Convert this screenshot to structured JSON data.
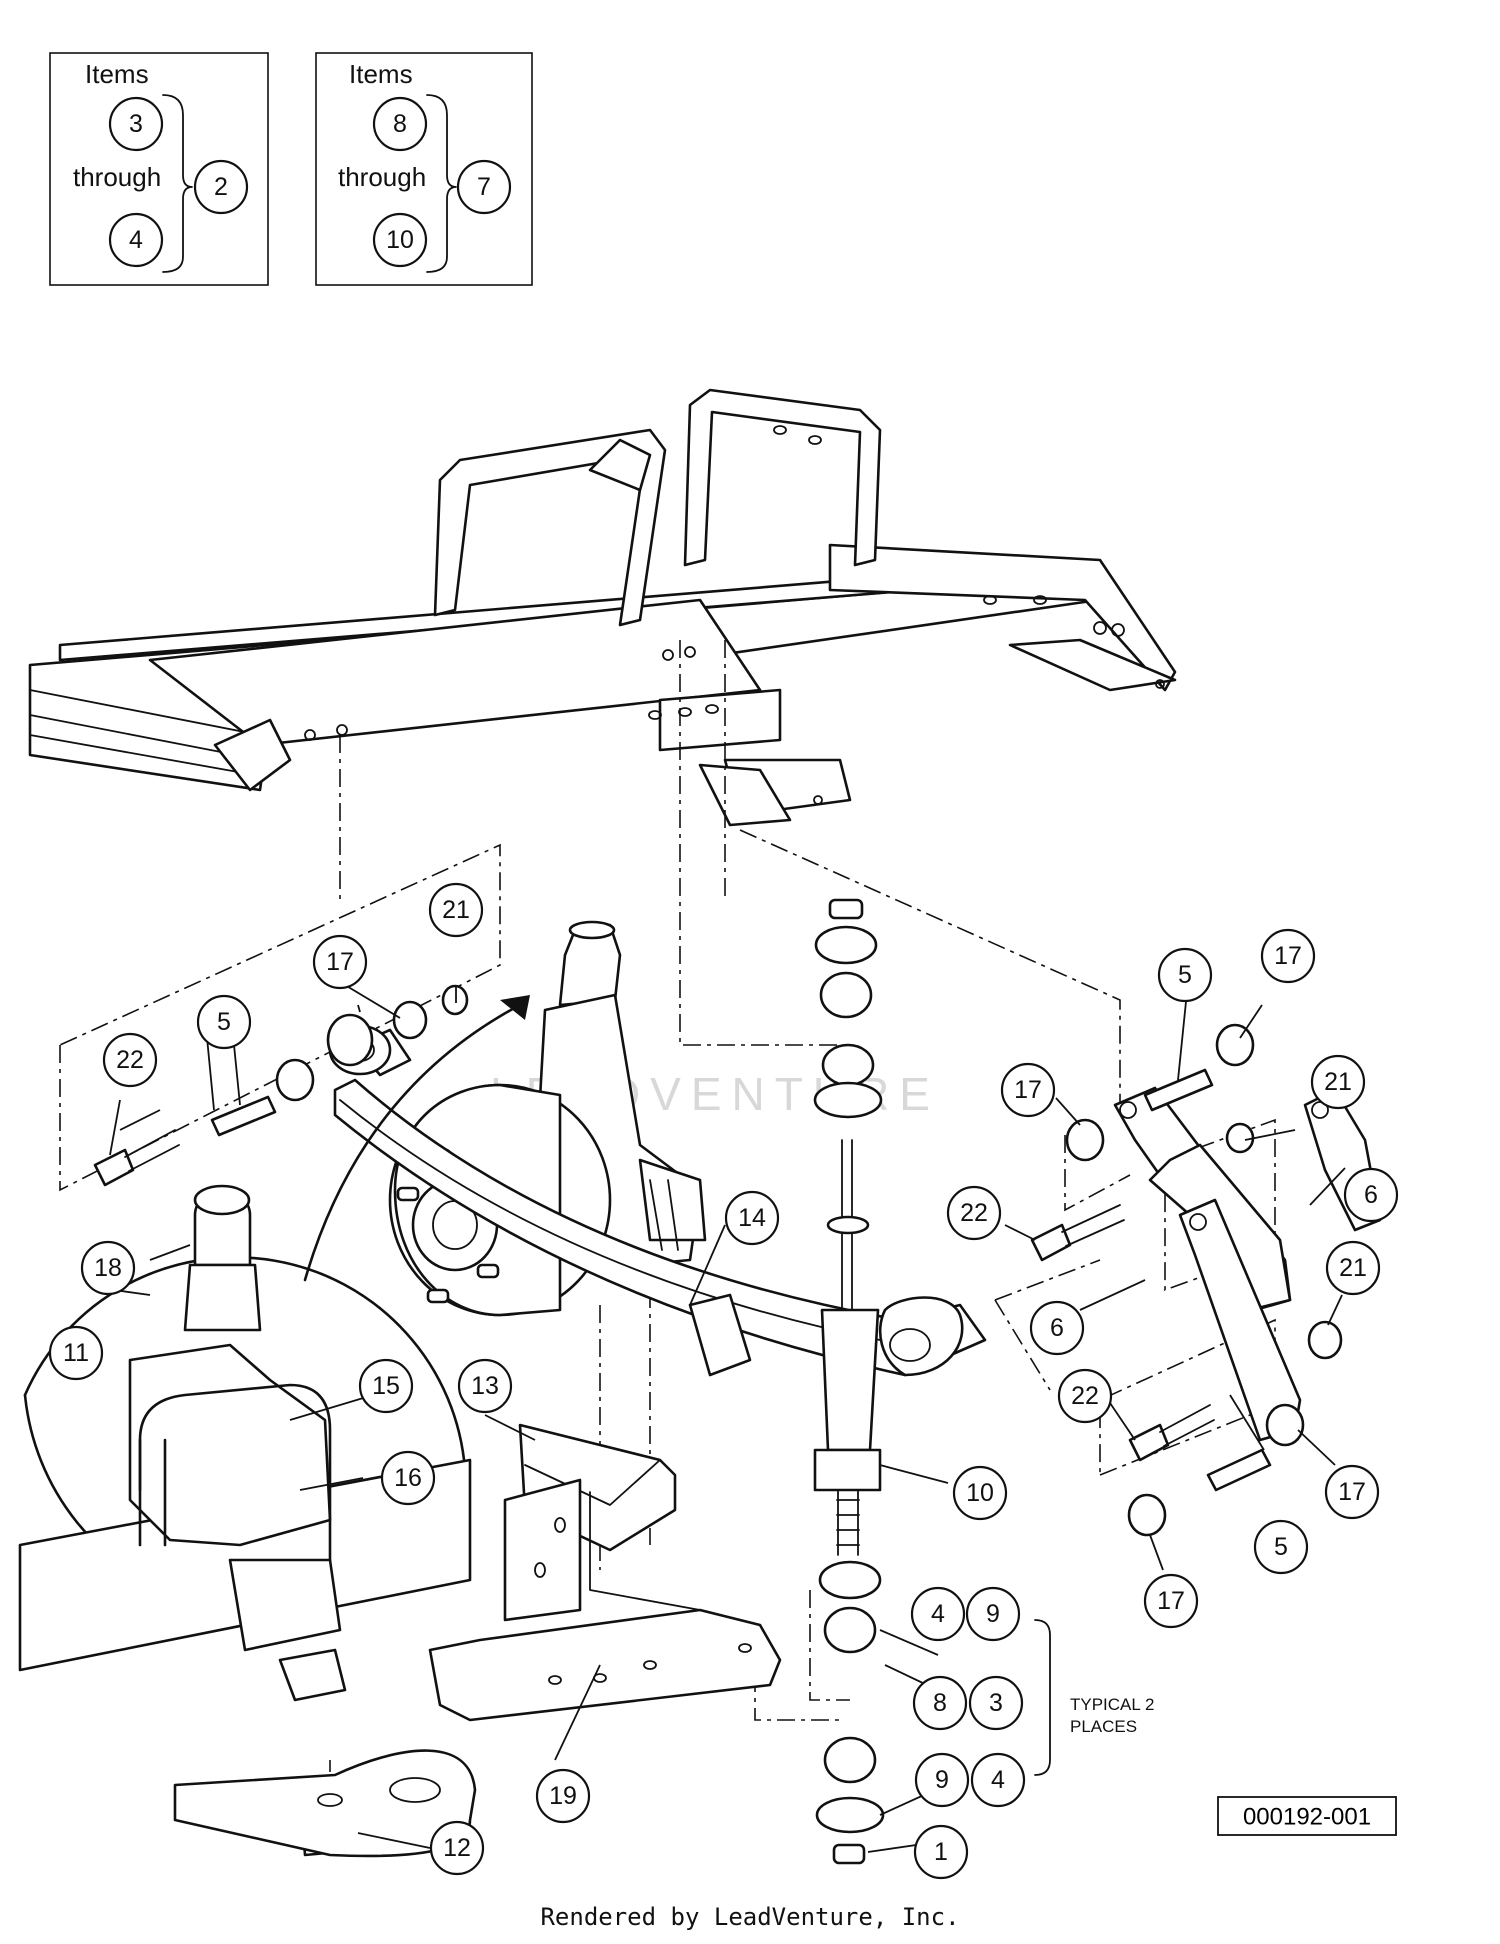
{
  "legend_boxes": [
    {
      "heading": "Items",
      "first": "3",
      "through": "through",
      "last": "4",
      "assembly": "2"
    },
    {
      "heading": "Items",
      "first": "8",
      "through": "through",
      "last": "10",
      "assembly": "7"
    }
  ],
  "callouts": [
    "1",
    "3",
    "4",
    "4",
    "5",
    "5",
    "5",
    "6",
    "6",
    "8",
    "9",
    "9",
    "10",
    "11",
    "12",
    "13",
    "14",
    "15",
    "16",
    "17",
    "17",
    "17",
    "17",
    "17",
    "18",
    "19",
    "21",
    "21",
    "21",
    "22",
    "22",
    "22"
  ],
  "typical_note": {
    "line1": "TYPICAL 2",
    "line2": "PLACES"
  },
  "figure_id": "000192-001",
  "watermark": "LEADVENTURE",
  "footer": "Rendered by LeadVenture, Inc."
}
